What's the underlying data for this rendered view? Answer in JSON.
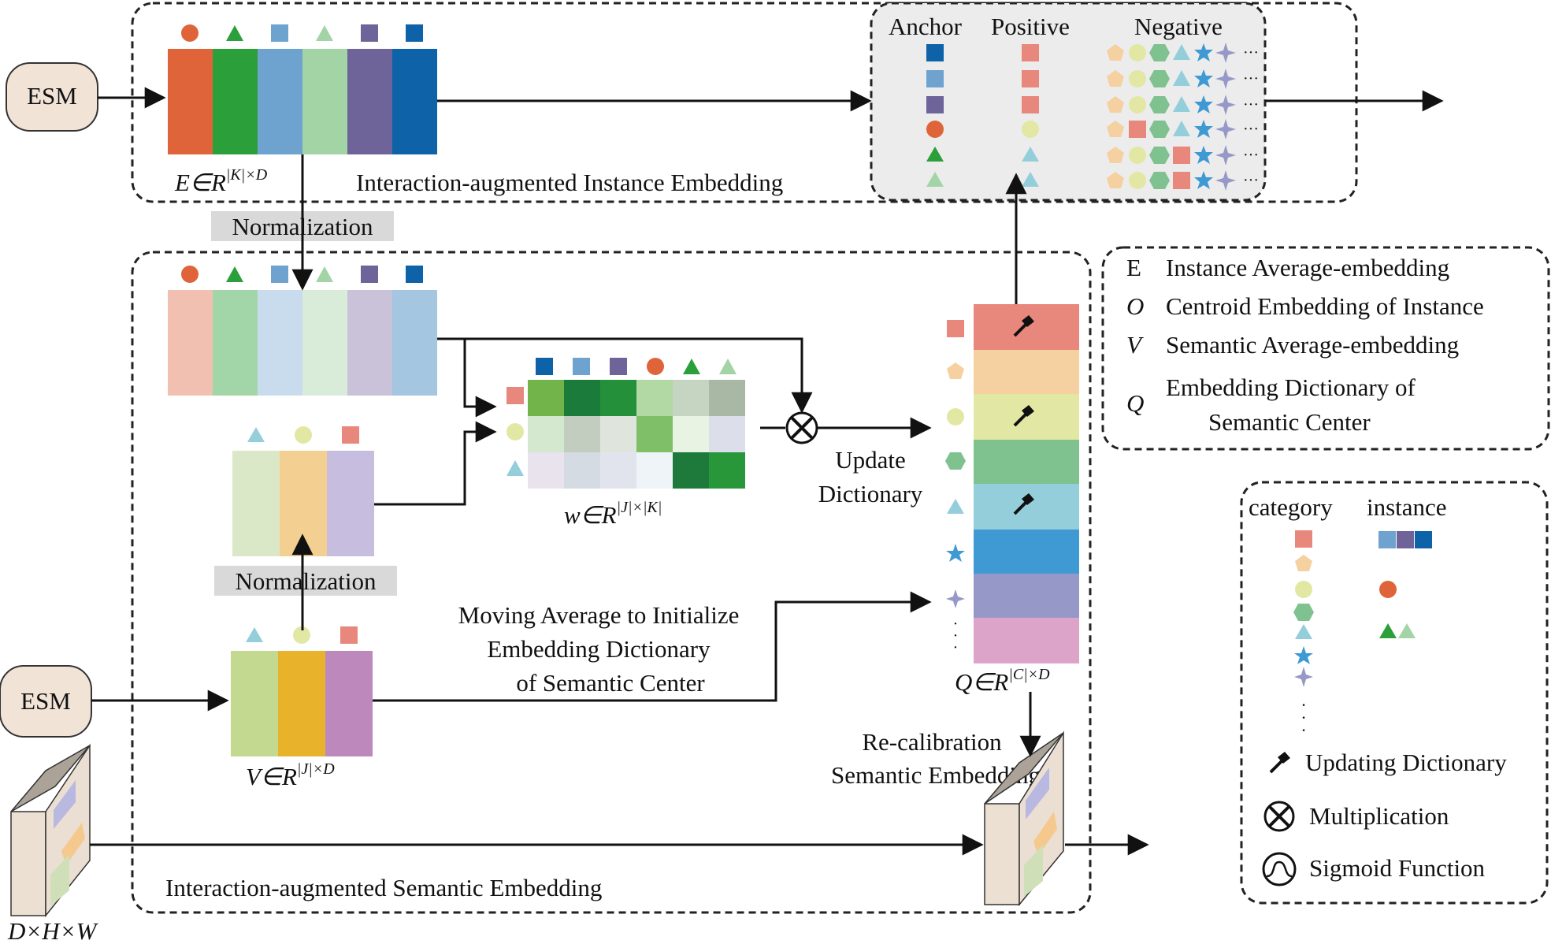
{
  "esm_label": "ESM",
  "top_box": {
    "matrix_label": "E∈R",
    "matrix_sup": "|K|×D",
    "title": "Interaction-augmented Instance Embedding"
  },
  "triplet": {
    "anchor": "Anchor",
    "positive": "Positive",
    "negative": "Negative",
    "dots": "···"
  },
  "normalization": "Normalization",
  "w_label": "w∈R",
  "w_sup": "|J|×|K|",
  "update_dictionary": [
    "Update",
    "Dictionary"
  ],
  "moving_average": [
    "Moving Average to Initialize",
    "Embedding Dictionary",
    "of Semantic  Center"
  ],
  "v_label": "V∈R",
  "v_sup": "|J|×D",
  "q_label": "Q∈R",
  "q_sup": "|C|×D",
  "recalibration": [
    "Re-calibration",
    "Semantic Embedding"
  ],
  "bottom_box_title": "Interaction-augmented Semantic Embedding",
  "input_dims": "D×H×W",
  "legend_defs": [
    {
      "sym": "E",
      "text": "Instance Average-embedding"
    },
    {
      "sym": "O",
      "text": "Centroid Embedding  of Instance"
    },
    {
      "sym": "V",
      "text": "Semantic Average-embedding"
    },
    {
      "sym": "Q",
      "text": [
        "Embedding Dictionary of",
        "Semantic  Center"
      ]
    }
  ],
  "legend_keys": {
    "category": "category",
    "instance": "instance",
    "updating": "Updating Dictionary",
    "multiplication": "Multiplication",
    "sigmoid": "Sigmoid Function"
  },
  "colors": {
    "orange": "#e0643a",
    "green": "#2a9f3a",
    "blue_mid": "#6fa3cf",
    "mint": "#a3d4a6",
    "purple": "#6e6499",
    "blue_dark": "#0e63a8",
    "salmon": "#e8877c",
    "peach": "#f5d0a0",
    "lime": "#e2e8a4",
    "teal_green": "#7fc290",
    "cyan": "#94cedb",
    "sky": "#3f9ad4",
    "lavender": "#9699c8",
    "pink": "#dda4c9"
  }
}
